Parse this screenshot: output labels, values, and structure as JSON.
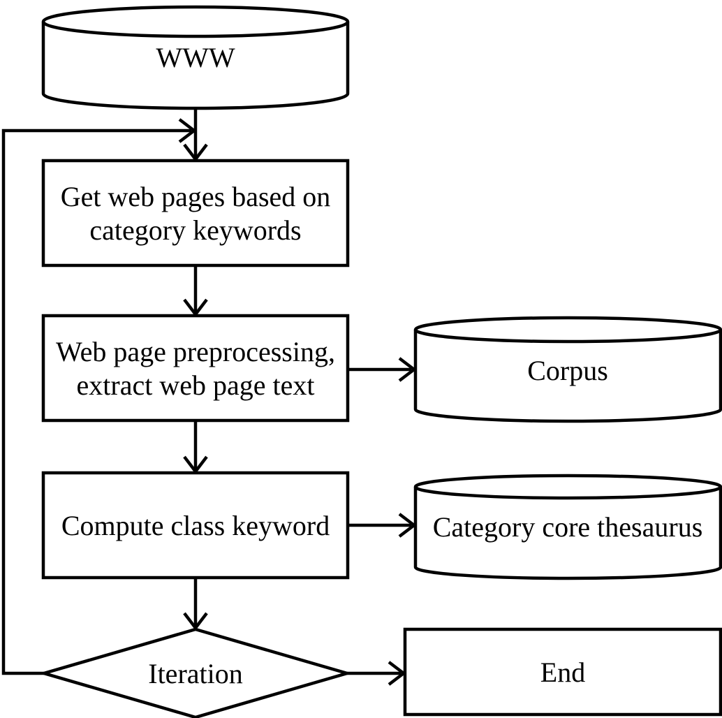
{
  "colors": {
    "stroke": "#000000",
    "fill": "#ffffff",
    "background": "#ffffff",
    "text": "#000000"
  },
  "nodes": {
    "www": {
      "type": "datastore-cylinder",
      "label": "WWW"
    },
    "get_web_pages": {
      "type": "process-rect",
      "lines": [
        "Get web pages based on",
        "category keywords"
      ]
    },
    "preprocessing": {
      "type": "process-rect",
      "lines": [
        "Web page preprocessing,",
        "extract web page text"
      ]
    },
    "corpus": {
      "type": "datastore-cylinder",
      "label": "Corpus"
    },
    "compute_keyword": {
      "type": "process-rect",
      "label": "Compute class keyword"
    },
    "thesaurus": {
      "type": "datastore-cylinder",
      "label": "Category core thesaurus"
    },
    "iteration": {
      "type": "decision-diamond",
      "label": "Iteration"
    },
    "end": {
      "type": "process-rect",
      "label": "End"
    }
  },
  "edges": [
    {
      "from": "www",
      "to": "get_web_pages",
      "style": "arrow-down"
    },
    {
      "from": "get_web_pages",
      "to": "preprocessing",
      "style": "arrow-down"
    },
    {
      "from": "preprocessing",
      "to": "corpus",
      "style": "arrow-right"
    },
    {
      "from": "preprocessing",
      "to": "compute_keyword",
      "style": "arrow-down"
    },
    {
      "from": "compute_keyword",
      "to": "thesaurus",
      "style": "arrow-right"
    },
    {
      "from": "compute_keyword",
      "to": "iteration",
      "style": "arrow-down"
    },
    {
      "from": "iteration",
      "to": "end",
      "style": "arrow-right"
    },
    {
      "from": "iteration",
      "to": "get_web_pages",
      "style": "feedback-loop-left"
    }
  ]
}
